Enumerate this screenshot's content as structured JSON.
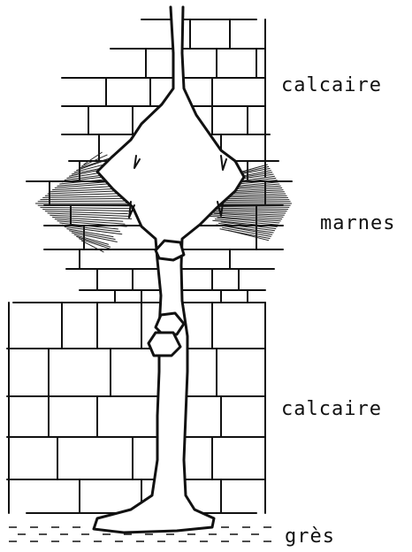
{
  "layers": [
    {
      "name": "calcaire"
    },
    {
      "name": "marnes"
    },
    {
      "name": "calcaire"
    },
    {
      "name": "grès"
    }
  ],
  "colors": {
    "ink": "#111111",
    "background": "#ffffff"
  }
}
